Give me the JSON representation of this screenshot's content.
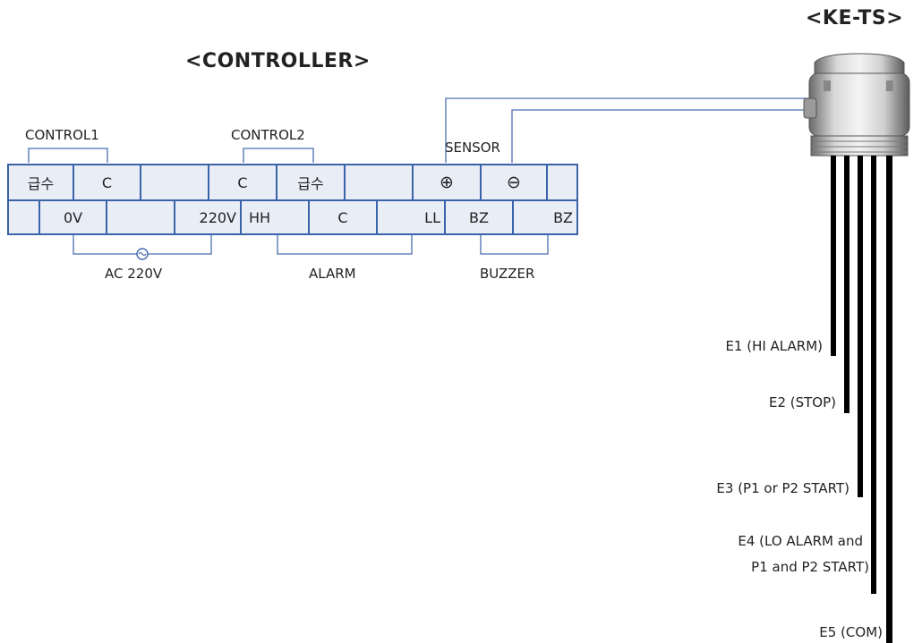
{
  "colors": {
    "terminal_border": "#3b63a8",
    "terminal_fill": "#e9edf6",
    "wire": "#4a6fb0",
    "electrode": "#000000"
  },
  "controller": {
    "title": "<CONTROLLER>",
    "top_group_labels": {
      "control1": "CONTROL1",
      "control2": "CONTROL2",
      "sensor": "SENSOR"
    },
    "top_row": [
      "급수",
      "C",
      "",
      "C",
      "급수",
      "",
      "⊕",
      "⊖",
      ""
    ],
    "bottom_row": [
      "",
      "0V",
      "",
      "220V",
      "HH",
      "C",
      "LL",
      "BZ",
      "BZ"
    ],
    "bottom_group_labels": {
      "ac": "AC 220V",
      "alarm": "ALARM",
      "buzzer": "BUZZER"
    }
  },
  "sensor_unit": {
    "title": "<KE-TS>",
    "electrodes": [
      {
        "label": "E1 (HI ALARM)"
      },
      {
        "label": "E2 (STOP)"
      },
      {
        "label": "E3 (P1 or P2 START)"
      },
      {
        "label_line1": "E4 (LO ALARM and",
        "label_line2": "P1 and P2 START)"
      },
      {
        "label": "E5 (COM)"
      }
    ]
  }
}
